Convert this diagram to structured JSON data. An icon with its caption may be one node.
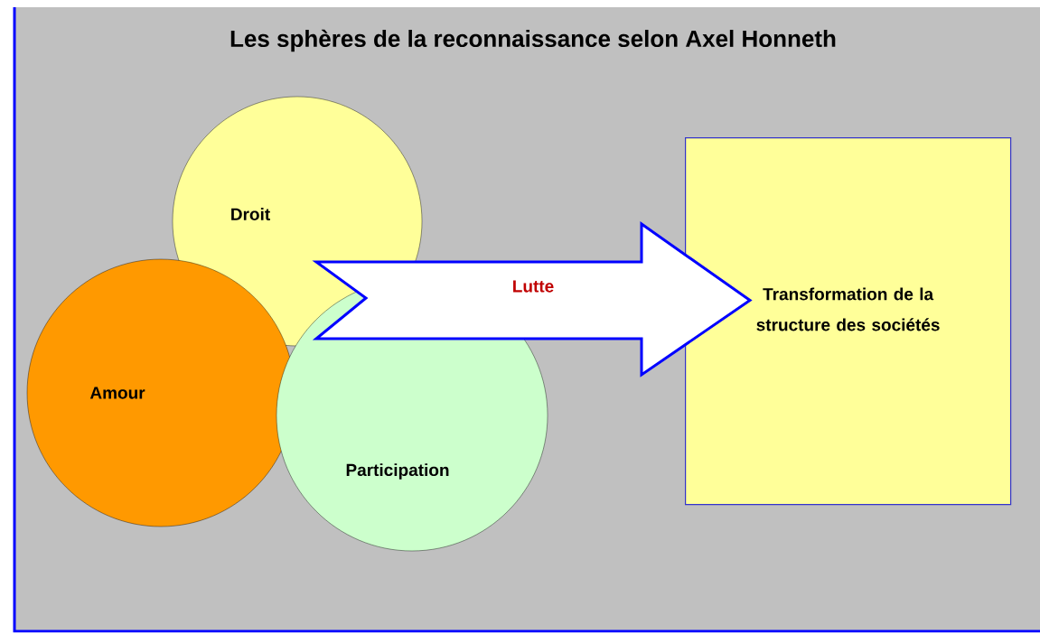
{
  "diagram": {
    "title": "Les sphères de la reconnaissance selon Axel Honneth",
    "nodes": [
      {
        "text": [
          "Droit"
        ]
      },
      {
        "text": [
          "Amour"
        ]
      },
      {
        "text": [
          "Participation"
        ]
      },
      {
        "text": [
          "Transformation de la structure des sociétés"
        ]
      }
    ],
    "edges": [
      {
        "from": null,
        "to": 3,
        "arrow": "to",
        "label": "Lutte"
      }
    ]
  }
}
